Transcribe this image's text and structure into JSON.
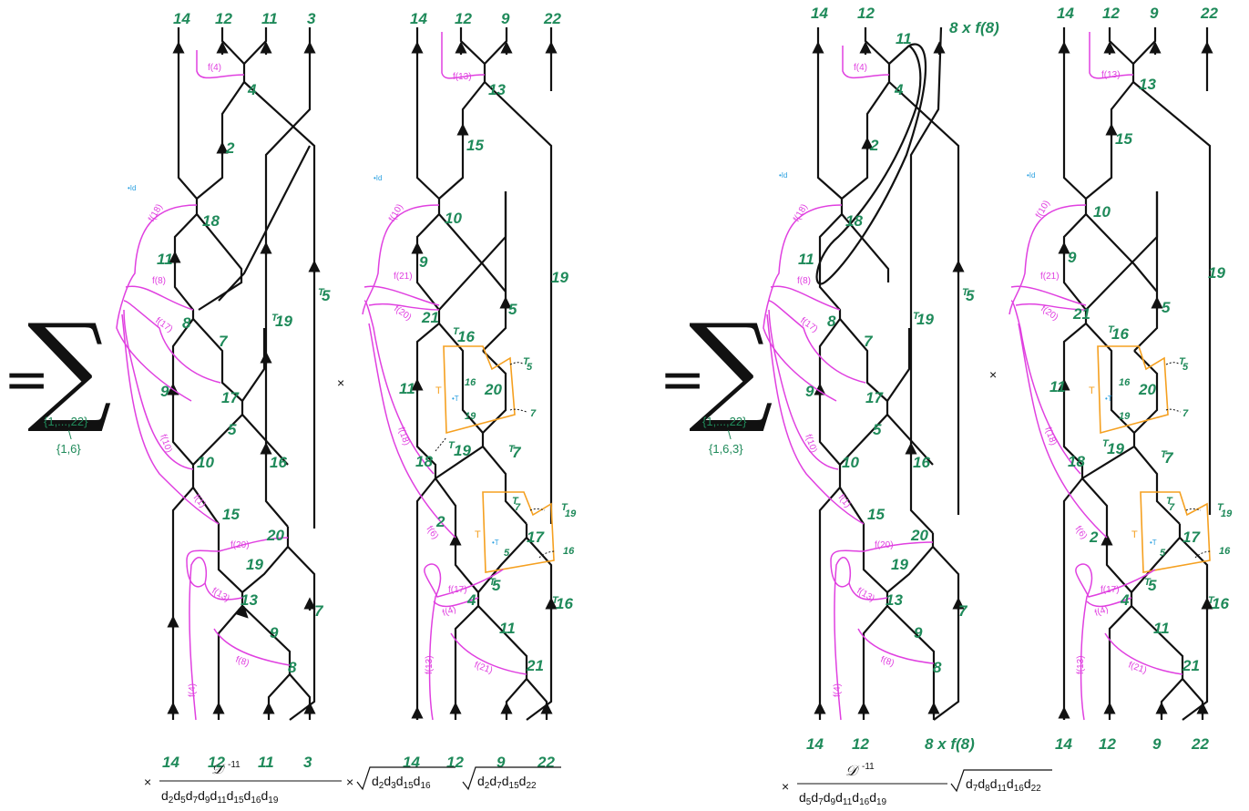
{
  "panel1": {
    "top": [
      "14",
      "12",
      "11",
      "3"
    ],
    "bottom": [
      "14",
      "12",
      "11",
      "3"
    ],
    "nodes": [
      "4",
      "2",
      "18",
      "11",
      "8",
      "7",
      "19",
      "5",
      "9",
      "17",
      "10",
      "16",
      "15",
      "20",
      "19",
      "13",
      "9",
      "7",
      "8"
    ],
    "twist": [
      "T",
      "T"
    ],
    "f": [
      "f(4)",
      "f(18)",
      "f(8)",
      "f(17)",
      "f(10)",
      "f(1)",
      "f(20)",
      "f(13)",
      "f(8)",
      "f(4)"
    ],
    "id": "•Id"
  },
  "sum1": {
    "eq": "=",
    "sigma": "∑",
    "range": "{1,...,22}",
    "minus": "\\",
    "exclude": "{1,6}"
  },
  "times1": "×",
  "panel2": {
    "top": [
      "14",
      "12",
      "9",
      "22"
    ],
    "bottom": [
      "14",
      "12",
      "9",
      "22"
    ],
    "nodes": [
      "13",
      "15",
      "10",
      "9",
      "19",
      "21",
      "16",
      "5",
      "11",
      "20",
      "16",
      "19",
      "18",
      "19",
      "7",
      "2",
      "7",
      "19",
      "17",
      "5",
      "5",
      "16",
      "4",
      "11",
      "16",
      "21",
      "7",
      "5"
    ],
    "twist": [
      "T",
      "T",
      "T",
      "T",
      "T",
      "T",
      "T",
      "T"
    ],
    "f": [
      "f(13)",
      "f(10)",
      "f(21)",
      "f(20)",
      "f(18)",
      "f(6)",
      "f(17)",
      "f(4)",
      "f(13)",
      "f(21)"
    ],
    "id": "•Id",
    "tbox": [
      "T",
      "•T"
    ]
  },
  "formula1": {
    "times": "×",
    "D": "𝒟",
    "exp": "-11",
    "denom": [
      "d",
      "2",
      "d",
      "5",
      "d",
      "7",
      "d",
      "9",
      "d",
      "11",
      "d",
      "15",
      "d",
      "16",
      "d",
      "19"
    ],
    "times2": "×",
    "sqrt1": [
      "d",
      "2",
      "d",
      "3",
      "d",
      "15",
      "d",
      "16"
    ],
    "sqrt2": [
      "d",
      "2",
      "d",
      "7",
      "d",
      "15",
      "d",
      "22"
    ]
  },
  "panel3": {
    "top": [
      "14",
      "12",
      "11",
      "8 x f(8)"
    ],
    "bottom": [
      "14",
      "12",
      "8 x f(8)"
    ],
    "nodes": [
      "4",
      "2",
      "18",
      "11",
      "8",
      "7",
      "19",
      "5",
      "9",
      "17",
      "10",
      "16",
      "15",
      "20",
      "19",
      "13",
      "9",
      "7",
      "8"
    ],
    "twist": [
      "T"
    ],
    "f": [
      "f(4)",
      "f(18)",
      "f(8)",
      "f(17)",
      "f(10)",
      "f(1)",
      "f(20)",
      "f(13)",
      "f(8)",
      "f(4)"
    ],
    "id": "•Id"
  },
  "sum2": {
    "eq": "=",
    "sigma": "∑",
    "range": "{1,...,22}",
    "minus": "\\",
    "exclude": "{1,6,3}"
  },
  "times2": "×",
  "panel4": {
    "top": [
      "14",
      "12",
      "9",
      "22"
    ],
    "bottom": [
      "14",
      "12",
      "9",
      "22"
    ],
    "nodes": [
      "13",
      "15",
      "10",
      "9",
      "19",
      "21",
      "16",
      "5",
      "11",
      "20",
      "16",
      "19",
      "18",
      "19",
      "7",
      "2",
      "7",
      "19",
      "17",
      "5",
      "5",
      "16",
      "4",
      "11",
      "16",
      "21",
      "7",
      "5"
    ],
    "twist": [
      "T",
      "T",
      "T",
      "T",
      "T",
      "T",
      "T",
      "T"
    ],
    "f": [
      "f(13)",
      "f(10)",
      "f(21)",
      "f(20)",
      "f(18)",
      "f(6)",
      "f(17)",
      "f(4)",
      "f(13)",
      "f(21)"
    ],
    "id": "•Id",
    "tbox": [
      "T",
      "•T"
    ]
  },
  "formula2": {
    "times": "×",
    "D": "𝒟",
    "exp": "-11",
    "denom": [
      "d",
      "5",
      "d",
      "7",
      "d",
      "9",
      "d",
      "11",
      "d",
      "16",
      "d",
      "19"
    ],
    "sqrt": [
      "d",
      "7",
      "d",
      "8",
      "d",
      "11",
      "d",
      "16",
      "d",
      "22"
    ]
  }
}
